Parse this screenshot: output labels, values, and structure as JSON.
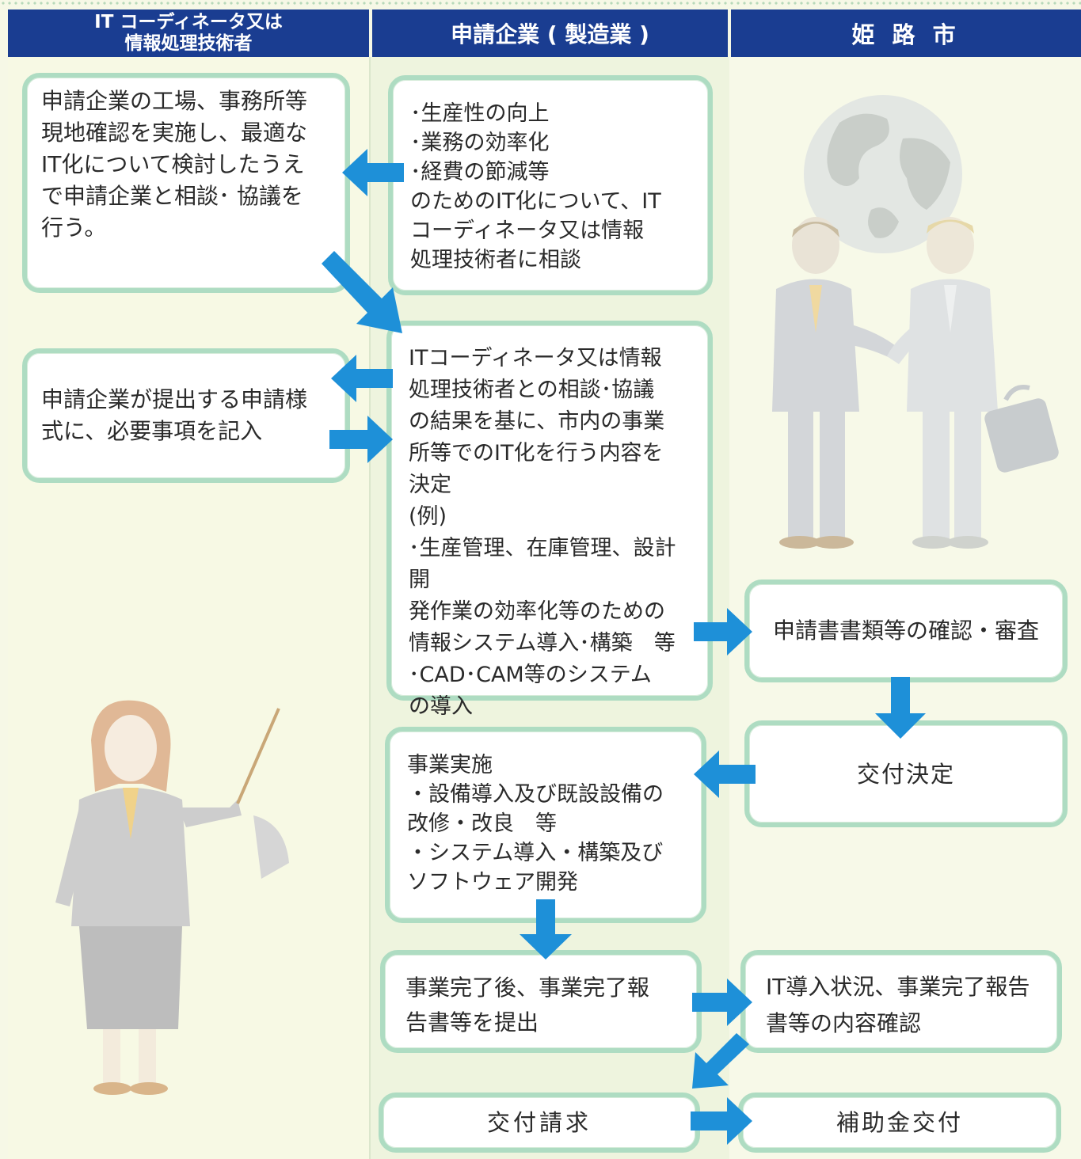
{
  "headers": {
    "col1_line1": "IT コーディネータ又は",
    "col1_line2": "情報処理技術者",
    "col2": "申請企業 ( 製造業 )",
    "col3": "姫 路 市"
  },
  "boxes": {
    "c1_1": "申請企業の工場、事務所等\n現地確認を実施し、最適な\nIT化について検討したうえ\nで申請企業と相談･ 協議を\n行う。",
    "c1_2": "申請企業が提出する申請様\n式に、必要事項を記入",
    "c2_1": "･生産性の向上\n･業務の効率化\n･経費の節減等\nのためのIT化について、IT\nコーディネータ又は情報\n処理技術者に相談",
    "c2_2": "ITコーディネータ又は情報\n処理技術者との相談･協議\nの結果を基に、市内の事業\n所等でのIT化を行う内容を\n決定\n(例)\n･生産管理、在庫管理、設計開\n発作業の効率化等のための\n情報システム導入･構築　等\n･CAD･CAM等のシステム\nの導入",
    "c2_3": "事業実施\n・設備導入及び既設設備の\n改修・改良　等\n・システム導入・構築及び\nソフトウェア開発",
    "c2_4": "事業完了後、事業完了報\n告書等を提出",
    "c2_5": "交付請求",
    "c3_1": "申請書書類等の確認・審査",
    "c3_2": "交付決定",
    "c3_3": "IT導入状況、事業完了報告\n書等の内容確認",
    "c3_4": "補助金交付"
  },
  "colors": {
    "header_bg": "#1a3d91",
    "box_border": "#aedcc2",
    "arrow": "#1e90d8",
    "background": "#f6f8e6"
  },
  "icons": {
    "arrow": "arrow-icon",
    "globe": "globe-icon",
    "businessmen": "handshake-icon",
    "presenter": "presenter-icon"
  }
}
